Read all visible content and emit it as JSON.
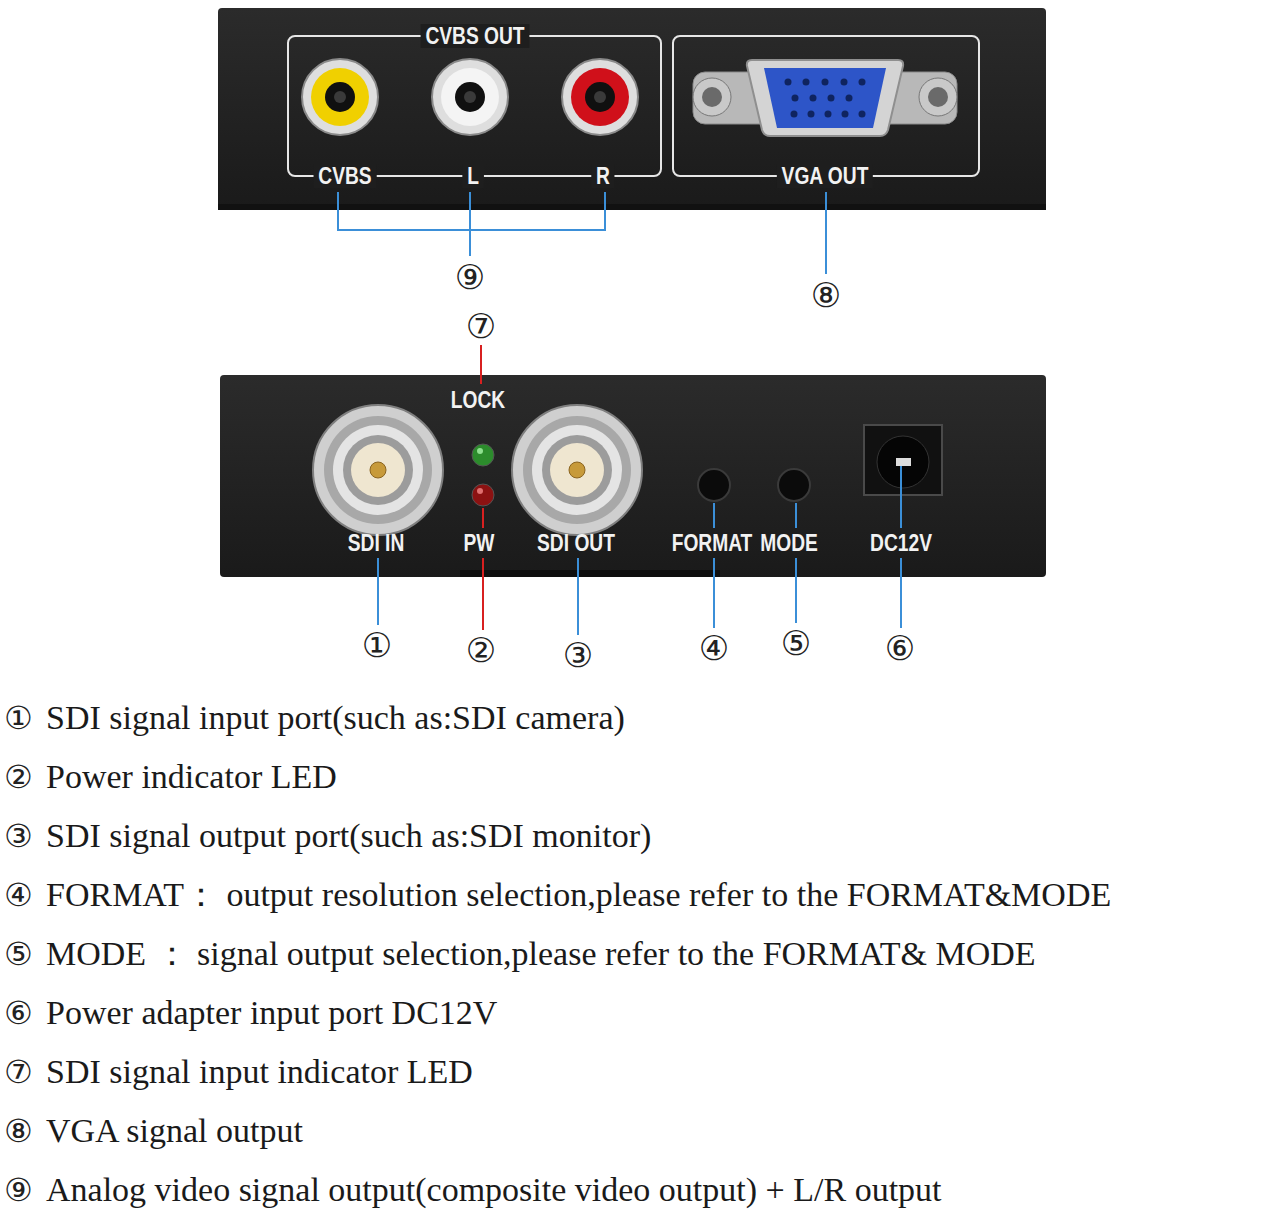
{
  "diagram": {
    "nodes": [
      {
        "text": [
          "CVBS OUT",
          "CVBS",
          "L",
          "R"
        ]
      },
      {
        "text": [
          "VGA OUT"
        ]
      }
    ],
    "labels": [
      "⑨",
      "⑧",
      "⑦",
      "LOCK",
      "SDI IN",
      "PW",
      "SDI OUT",
      "FORMAT",
      "MODE",
      "DC12V",
      "①",
      "②",
      "③",
      "④",
      "⑤",
      "⑥",
      "①",
      "SDI signal input port(such as:SDI camera)",
      "②",
      "Power indicator LED",
      "③",
      "SDI signal output port(such as:SDI monitor)",
      "④",
      "FORMAT： output resolution selection,please refer to the FORMAT&MODE",
      "⑤",
      "MODE ： signal output selection,please refer to the FORMAT& MODE",
      "⑥",
      "Power adapter input port DC12V",
      "⑦",
      "SDI signal input indicator LED",
      "⑧",
      "VGA signal output",
      "⑨",
      "Analog video signal output(composite video output) + L/R output"
    ]
  }
}
